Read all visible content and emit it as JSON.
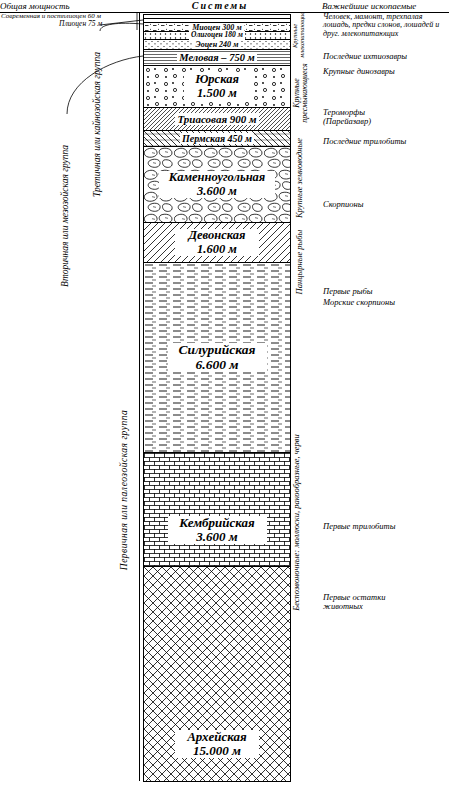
{
  "diagram": {
    "nodes": [
      {
        "text": [
          "Современная и постплиоцен 60 м"
        ]
      },
      {
        "text": [
          "Плиоцен 75 м"
        ]
      },
      {
        "text": [
          "Миоцен 300 м"
        ]
      },
      {
        "text": [
          "Олигоцен 180 м"
        ]
      },
      {
        "text": [
          "Эоцен 240 м"
        ]
      },
      {
        "text": [
          "Меловая – 750 м"
        ]
      },
      {
        "text": [
          "Юрская 1.500 м"
        ]
      },
      {
        "text": [
          "Триасовая 900 м"
        ]
      },
      {
        "text": [
          "Пермская 450 м"
        ]
      },
      {
        "text": [
          "Каменноугольная 3.600 м"
        ]
      },
      {
        "text": [
          "Девонская 1.600 м"
        ]
      },
      {
        "text": [
          "Силурийская 6.600 м"
        ]
      },
      {
        "text": [
          "Кембрийская 3.600 м"
        ]
      },
      {
        "text": [
          "Архейская 15.000 м"
        ]
      }
    ],
    "labels": [
      "Общая мощность",
      "Системы",
      "Важнейшие ископаемые",
      "Третичная или кайнозойская группа",
      "Вторичная или мезозойская группа",
      "Первичная или палеозойская группа",
      "Человек, мамонт, трехпалая лошадь, предки слонов, лошадей и друг. млекопитающих",
      "Крупные млекопитающие",
      "Последние ихтиозавры",
      "Крупные динозавры",
      "Крупные пресмыкающиеся",
      "Тероморфы (Парейазавр)",
      "Последние трилобиты",
      "Крупные земноводные",
      "Скорпионы",
      "Панцырные рыбы",
      "Первые рыбы",
      "Морские скорпионы",
      "Беспозвоночные: моллюски, ракообразные, черви",
      "Первые трилобиты",
      "Первые остатки животных"
    ]
  }
}
